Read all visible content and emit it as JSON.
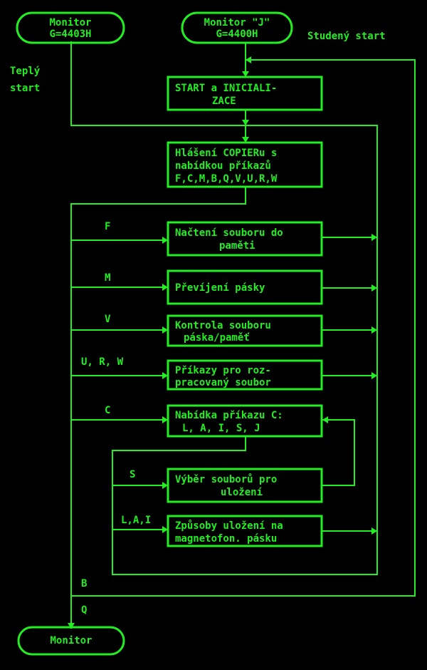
{
  "terminals": {
    "monitor_g4403": [
      "Monitor",
      "G=4403H"
    ],
    "monitor_j": [
      "Monitor \"J\"",
      "G=4400H"
    ],
    "monitor_end": "Monitor"
  },
  "side_labels": {
    "cold_start": "Studený start",
    "warm_start": [
      "Teplý",
      "start"
    ]
  },
  "boxes": {
    "start": [
      "START a INICIALI-",
      "ZACE"
    ],
    "menu": [
      "Hlášení COPIERu s",
      "nabídkou příkazů",
      "F,C,M,B,Q,V,U,R,W"
    ],
    "f": [
      "Načtení souboru do",
      "paměti"
    ],
    "m": [
      "Převíjení pásky"
    ],
    "v": [
      "Kontrola souboru",
      "páska/paměť"
    ],
    "urw": [
      "Příkazy pro roz-",
      "pracovaný soubor"
    ],
    "c": [
      "Nabídka příkazu C:",
      "L, A, I, S, J"
    ],
    "s": [
      "Výběr souborů pro",
      "uložení"
    ],
    "lai": [
      "Způsoby uložení na",
      "magnetofon. pásku"
    ]
  },
  "branch_labels": {
    "f": "F",
    "m": "M",
    "v": "V",
    "urw": "U, R, W",
    "c": "C",
    "s": "S",
    "lai": "L,A,I",
    "b": "B",
    "q": "Q"
  },
  "colors": {
    "foreground": "#22ee22",
    "background": "#000000"
  }
}
